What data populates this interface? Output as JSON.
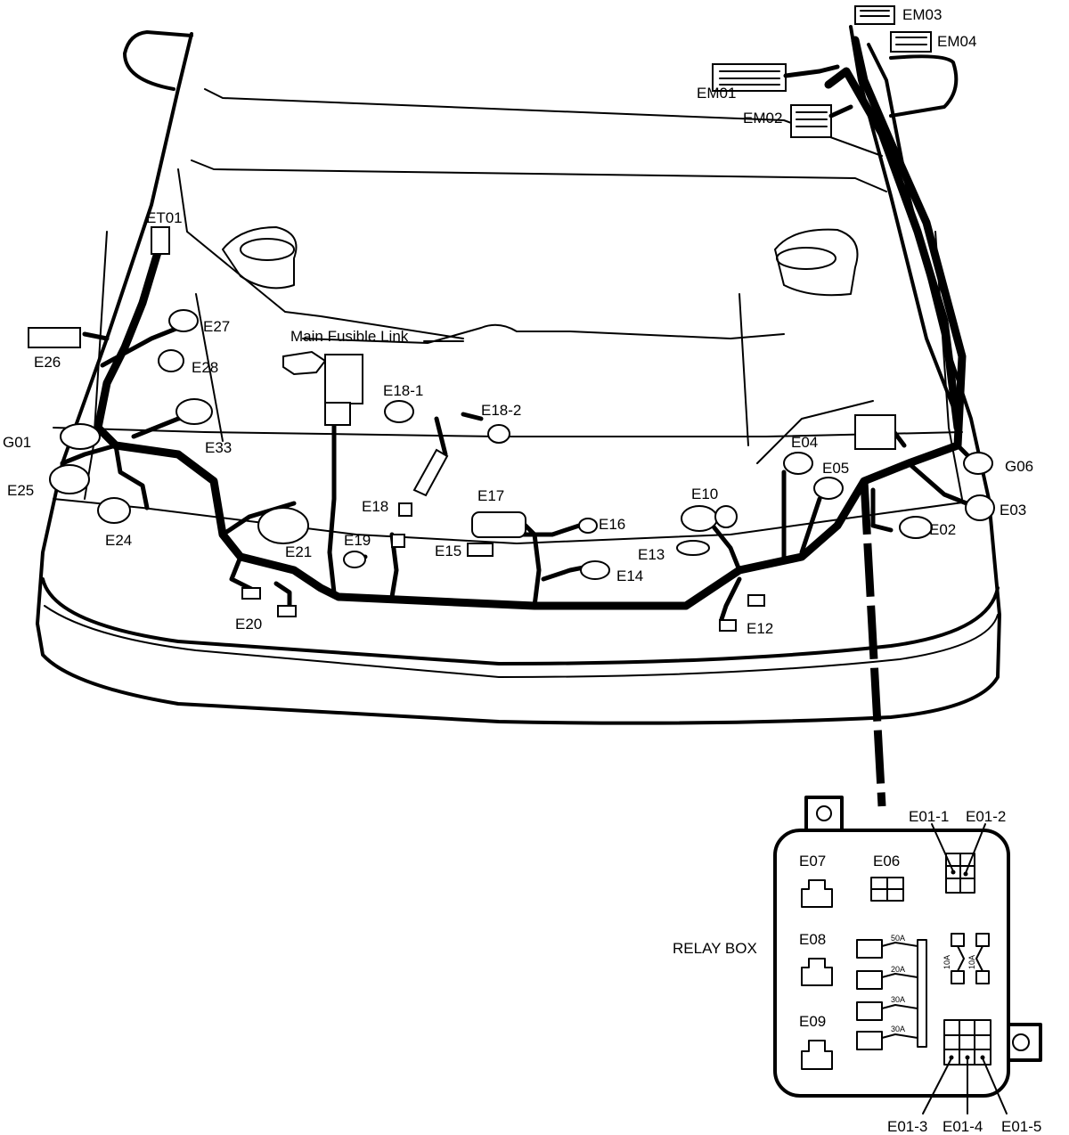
{
  "diagram": {
    "main_fusible_link_label": "Main Fusible Link",
    "relay_box_label": "RELAY BOX",
    "connectors": {
      "em03": "EM03",
      "em04": "EM04",
      "em01": "EM01",
      "em02": "EM02",
      "et01": "ET01",
      "e27": "E27",
      "e26": "E26",
      "e28": "E28",
      "e33": "E33",
      "g01": "G01",
      "e25": "E25",
      "e24": "E24",
      "e21": "E21",
      "e20": "E20",
      "e19": "E19",
      "e18": "E18",
      "e18_1": "E18-1",
      "e18_2": "E18-2",
      "e17": "E17",
      "e16": "E16",
      "e15": "E15",
      "e14": "E14",
      "e13": "E13",
      "e12": "E12",
      "e10": "E10",
      "e04": "E04",
      "e05": "E05",
      "g06": "G06",
      "e03": "E03",
      "e02": "E02"
    },
    "relay_box": {
      "e07": "E07",
      "e06": "E06",
      "e08": "E08",
      "e09": "E09",
      "e01_1": "E01-1",
      "e01_2": "E01-2",
      "e01_3": "E01-3",
      "e01_4": "E01-4",
      "e01_5": "E01-5",
      "fuses": [
        "50A",
        "20A",
        "30A",
        "30A"
      ],
      "small_fuses": [
        "10A",
        "10A"
      ]
    }
  }
}
